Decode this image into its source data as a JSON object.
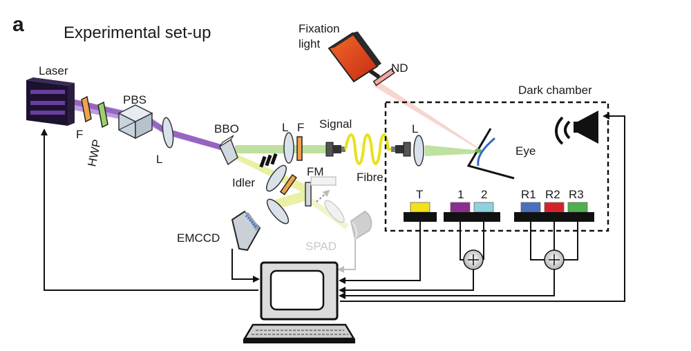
{
  "panel_letter": "a",
  "title": "Experimental set-up",
  "labels": {
    "laser": "Laser",
    "filter_f": "F",
    "hwp": "HWP",
    "pbs": "PBS",
    "lens": "L",
    "bbo": "BBO",
    "lens2": "L",
    "filter2": "F",
    "signal": "Signal",
    "fibre": "Fibre",
    "lens3": "L",
    "idler": "Idler",
    "fm": "FM",
    "emccd": "EMCCD",
    "spad": "SPAD",
    "fixation_line1": "Fixation",
    "fixation_line2": "light",
    "nd": "ND",
    "dark_chamber": "Dark chamber",
    "eye": "Eye",
    "button_t": "T",
    "button_1": "1",
    "button_2": "2",
    "button_r1": "R1",
    "button_r2": "R2",
    "button_r3": "R3"
  },
  "colors": {
    "laser_beam": "#7a3fb0",
    "violet_beam": "#c7a4e0",
    "signal_beam": "#a9d38a",
    "idler_beam": "#e4ea88",
    "fixation_body": "#e2451e",
    "fixation_beam": "#f6c8c0",
    "fibre": "#e6e21a",
    "btn_t": "#f2e21b",
    "btn_1": "#8a2e8f",
    "btn_2": "#8fd2df",
    "btn_r1": "#4a6fbf",
    "btn_r2": "#d6212a",
    "btn_r3": "#4fb04e",
    "filter_orange": "#f0a24a",
    "filter_green": "#9bd06a"
  },
  "icons": [
    "speaker-icon",
    "computer-monitor-icon",
    "keyboard-icon",
    "eye-icon",
    "spad-detector-icon"
  ]
}
